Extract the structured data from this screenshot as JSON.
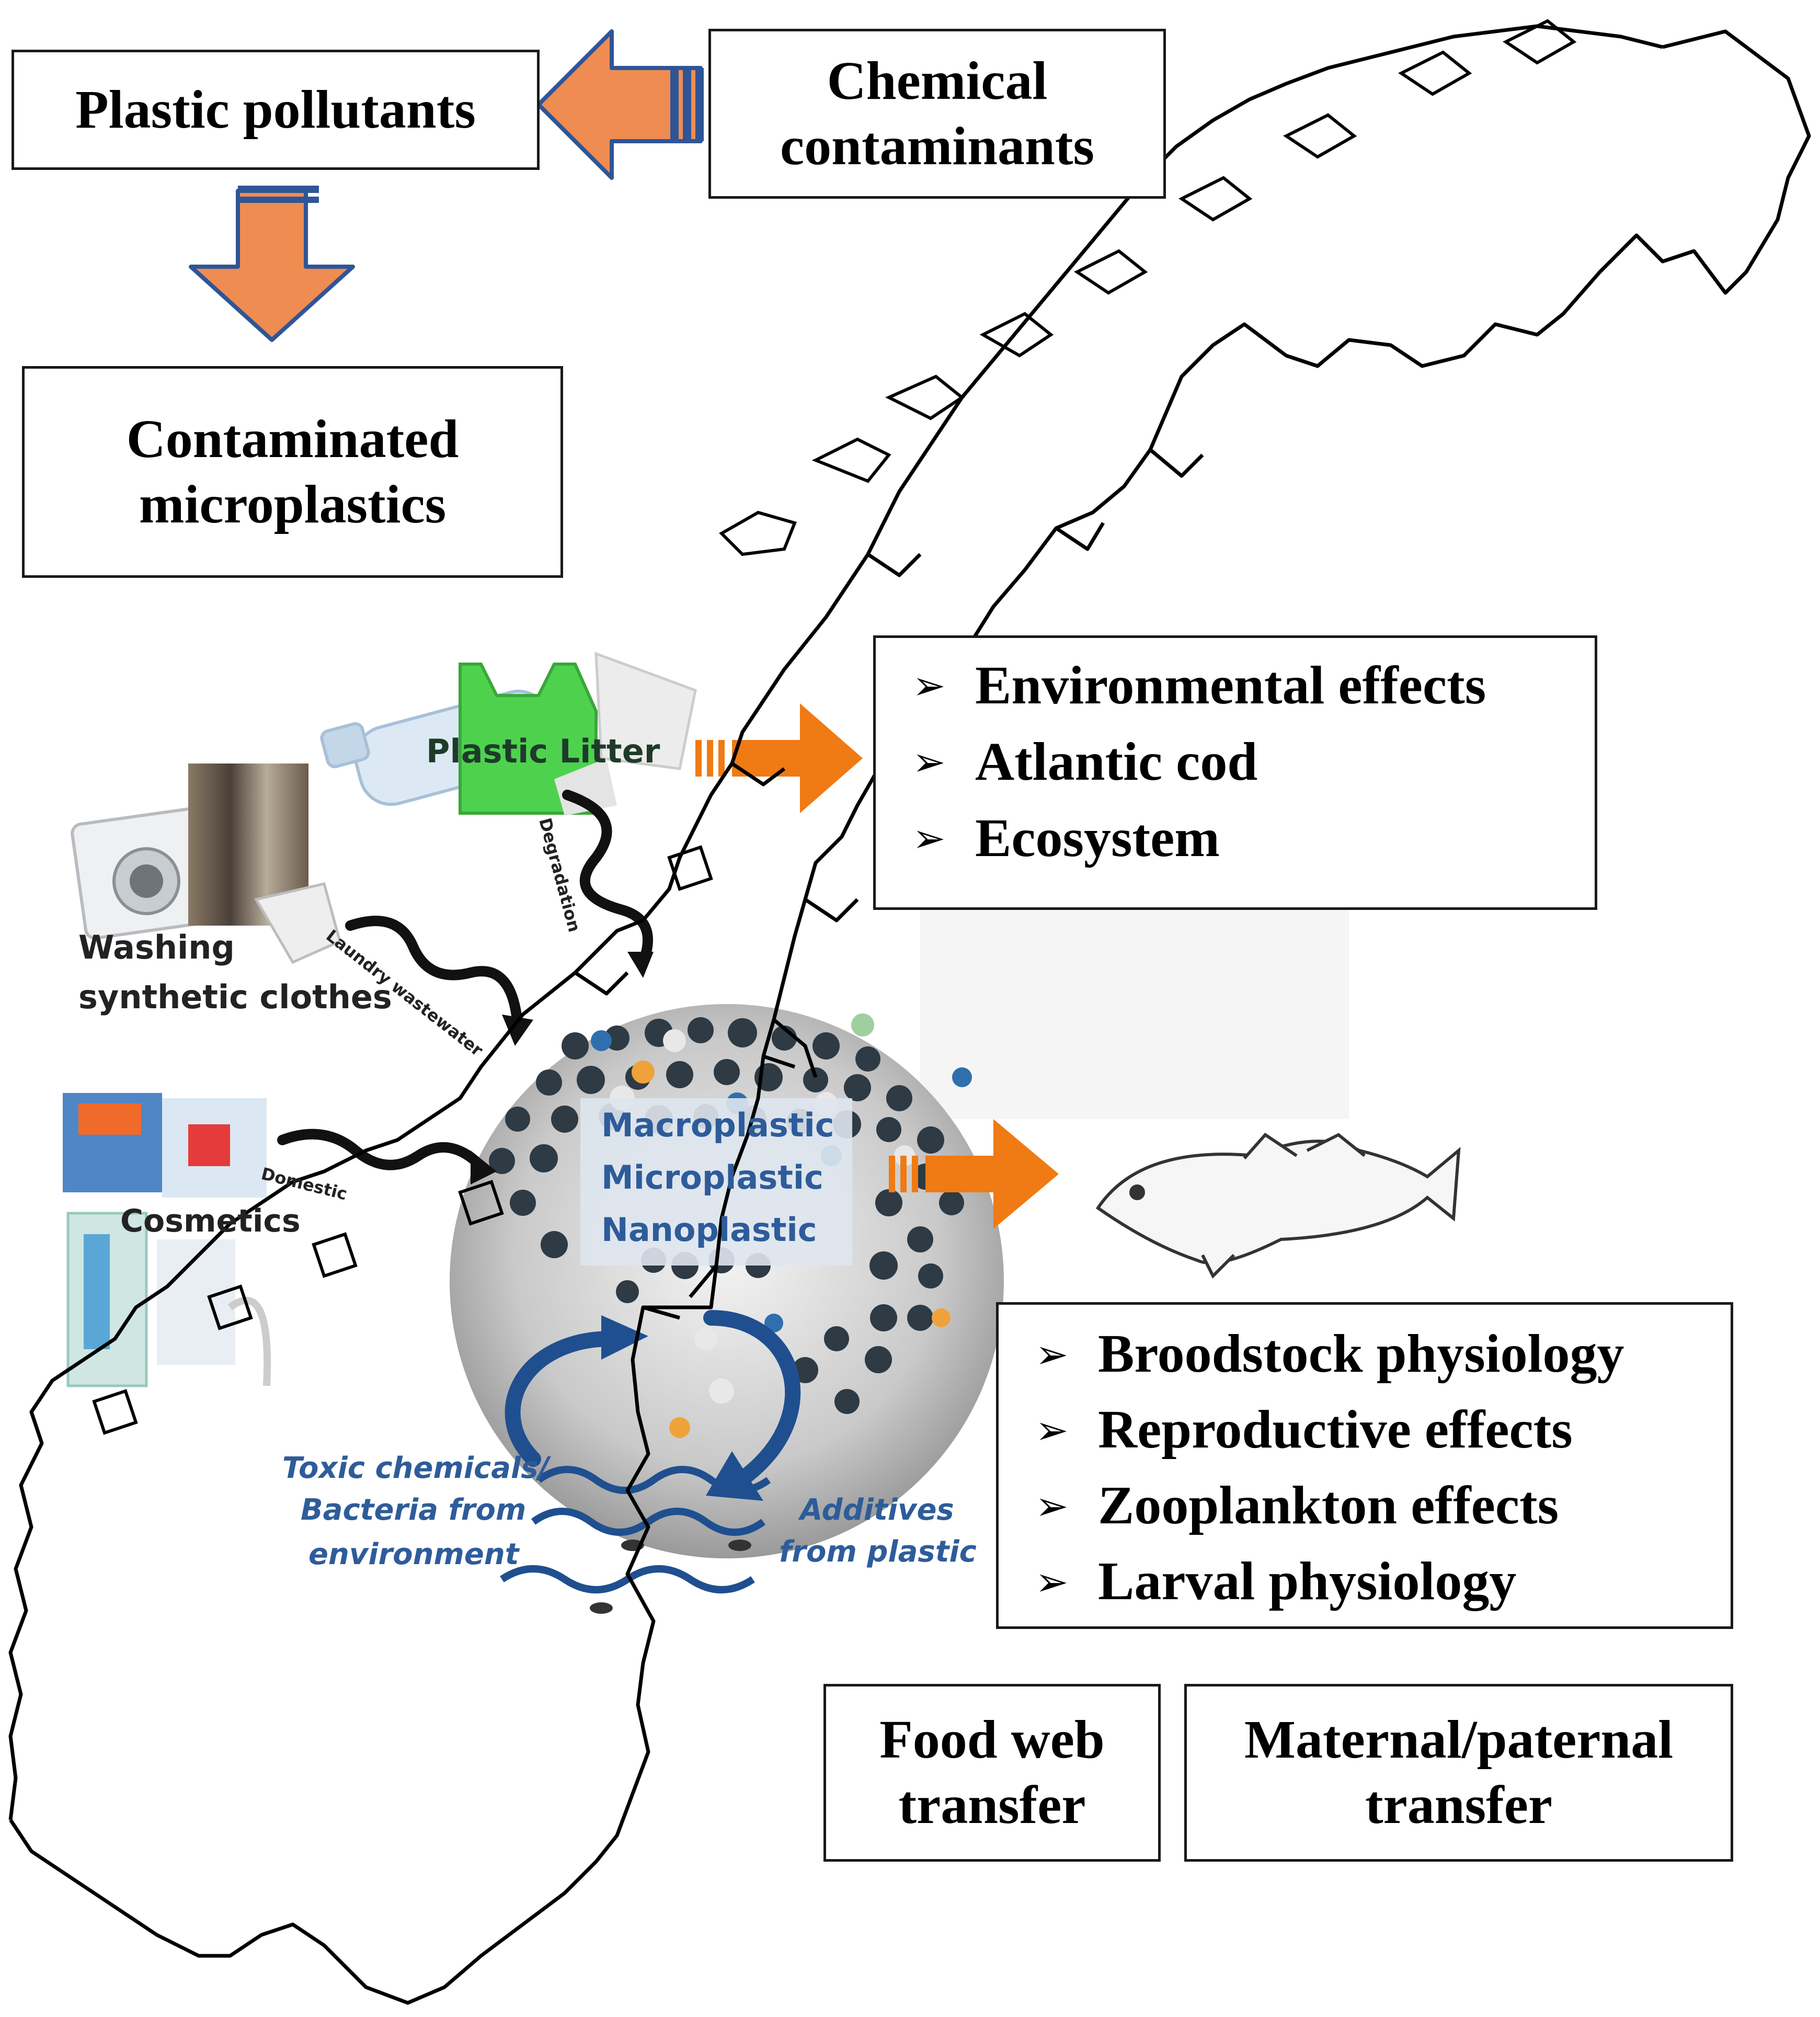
{
  "colors": {
    "arrow_fill": "#ef8c52",
    "arrow_outline": "#2f5597",
    "bright_arrow": "#f07a14",
    "cycle_blue": "#1f4f8f",
    "sphere": "#c8c8c8",
    "bag_green": "#4ed24e",
    "text_blue": "#2e5c9a"
  },
  "top_boxes": {
    "plastic_pollutants": "Plastic pollutants",
    "chemical_contaminants": {
      "line1": "Chemical",
      "line2": "contaminants"
    },
    "contaminated_microplastics": {
      "line1": "Contaminated",
      "line2": "microplastics"
    }
  },
  "effects_box": {
    "items": [
      "Environmental effects",
      "Atlantic cod",
      "Ecosystem"
    ]
  },
  "physiology_box": {
    "items": [
      "Broodstock physiology",
      "Reproductive effects",
      "Zooplankton effects",
      "Larval physiology"
    ]
  },
  "transfer_boxes": {
    "food_web": {
      "line1": "Food web",
      "line2": "transfer"
    },
    "maternal": {
      "line1": "Maternal/paternal",
      "line2": "transfer"
    }
  },
  "illustration": {
    "plastic_litter": "Plastic Litter",
    "degradation": "Degradation",
    "washing_line1": "Washing",
    "washing_line2": "synthetic clothes",
    "laundry_wastewater": "Laundry wastewater",
    "cosmetics": "Cosmetics",
    "domestic": "Domestic",
    "macroplastic": "Macroplastic",
    "microplastic": "Microplastic",
    "nanoplastic": "Nanoplastic",
    "toxic_line1": "Toxic chemicals/",
    "toxic_line2": "Bacteria from",
    "toxic_line3": "environment",
    "additives_line1": "Additives",
    "additives_line2": "from plastic"
  },
  "icons": [
    "arrow-left-icon",
    "arrow-down-icon",
    "arrow-right-icon",
    "cycle-arrow-icon",
    "wave-icon",
    "cod-fish-icon",
    "norway-map",
    "washing-machine-icon",
    "plastic-bag-icon",
    "plastic-bottle-icon"
  ]
}
